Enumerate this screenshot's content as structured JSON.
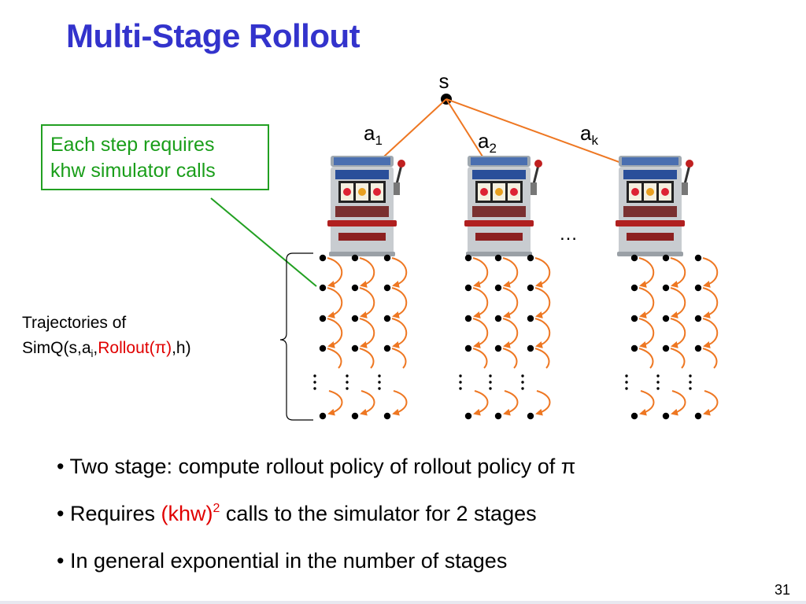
{
  "title": "Multi-Stage Rollout",
  "diagram": {
    "root_label": "s",
    "action_labels": [
      {
        "base": "a",
        "sub": "1"
      },
      {
        "base": "a",
        "sub": "2"
      },
      {
        "base": "a",
        "sub": "k"
      }
    ],
    "ellipsis": "…",
    "callout_lines": [
      "Each step requires",
      "khw simulator calls"
    ],
    "trajectory_label": {
      "line1": "Trajectories of",
      "prefix": "SimQ(s,a",
      "sub": "i",
      "comma": ",",
      "red_part": "Rollout(π)",
      "suffix": ",h)"
    },
    "colors": {
      "title": "#3333cc",
      "callout": "#22a022",
      "arrow": "#ee7722",
      "highlight": "#e00000"
    },
    "icons": [
      "slot-machine-icon"
    ]
  },
  "bullets": [
    {
      "text": "• Two stage: compute rollout policy of rollout policy of π"
    },
    {
      "pre": "• Requires ",
      "red": "(khw)",
      "sup": "2",
      "post": " calls to the simulator for 2 stages"
    },
    {
      "text": "• In general exponential in the number of stages"
    }
  ],
  "page_number": "31"
}
